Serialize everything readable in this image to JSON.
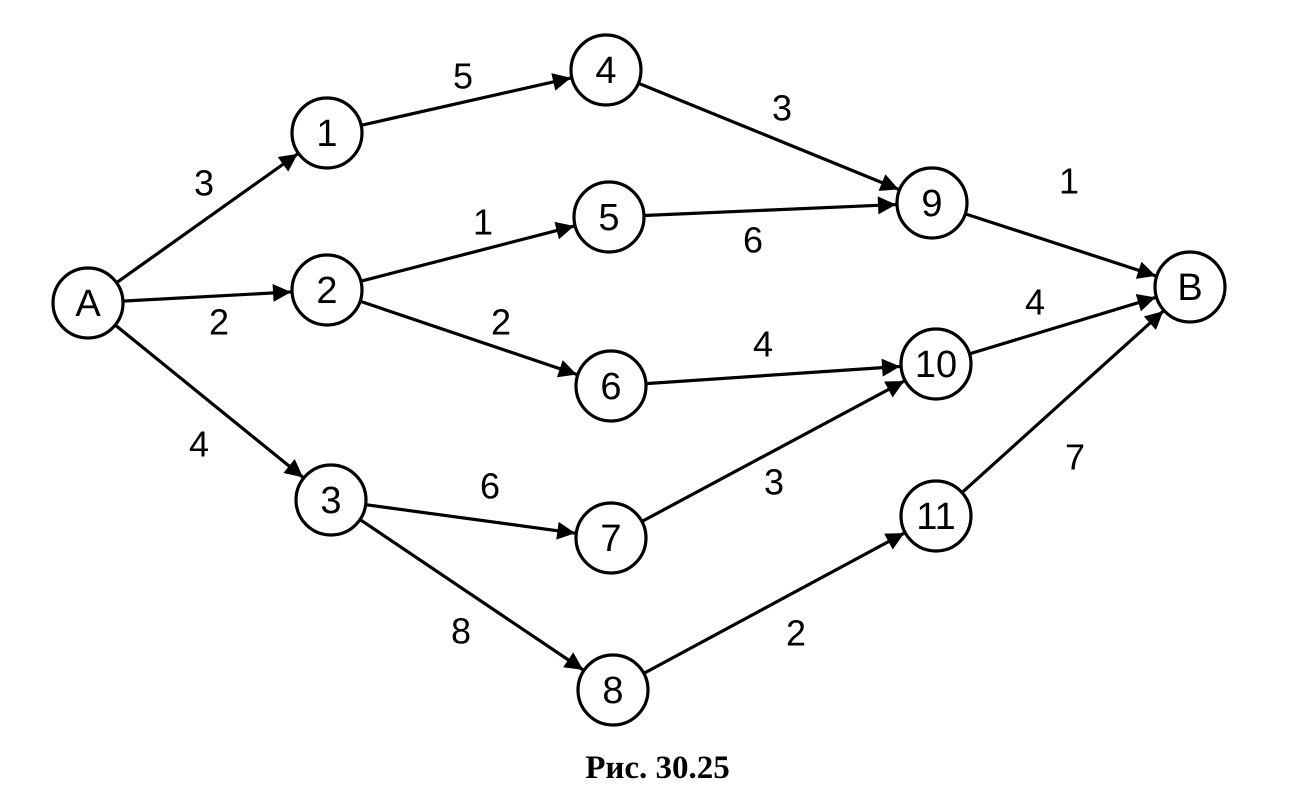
{
  "caption": "Рис. 30.25",
  "nodes": [
    {
      "id": "A",
      "label": "A"
    },
    {
      "id": "1",
      "label": "1"
    },
    {
      "id": "2",
      "label": "2"
    },
    {
      "id": "3",
      "label": "3"
    },
    {
      "id": "4",
      "label": "4"
    },
    {
      "id": "5",
      "label": "5"
    },
    {
      "id": "6",
      "label": "6"
    },
    {
      "id": "7",
      "label": "7"
    },
    {
      "id": "8",
      "label": "8"
    },
    {
      "id": "9",
      "label": "9"
    },
    {
      "id": "10",
      "label": "10"
    },
    {
      "id": "11",
      "label": "11"
    },
    {
      "id": "B",
      "label": "B"
    }
  ],
  "edges": [
    {
      "from": "A",
      "to": "1",
      "weight": "3"
    },
    {
      "from": "A",
      "to": "2",
      "weight": "2"
    },
    {
      "from": "A",
      "to": "3",
      "weight": "4"
    },
    {
      "from": "1",
      "to": "4",
      "weight": "5"
    },
    {
      "from": "2",
      "to": "5",
      "weight": "1"
    },
    {
      "from": "2",
      "to": "6",
      "weight": "2"
    },
    {
      "from": "3",
      "to": "7",
      "weight": "6"
    },
    {
      "from": "3",
      "to": "8",
      "weight": "8"
    },
    {
      "from": "4",
      "to": "9",
      "weight": "3"
    },
    {
      "from": "5",
      "to": "9",
      "weight": "6"
    },
    {
      "from": "6",
      "to": "10",
      "weight": "4"
    },
    {
      "from": "7",
      "to": "10",
      "weight": "3"
    },
    {
      "from": "8",
      "to": "11",
      "weight": "2"
    },
    {
      "from": "9",
      "to": "B",
      "weight": "1"
    },
    {
      "from": "10",
      "to": "B",
      "weight": "4"
    },
    {
      "from": "11",
      "to": "B",
      "weight": "7"
    }
  ]
}
